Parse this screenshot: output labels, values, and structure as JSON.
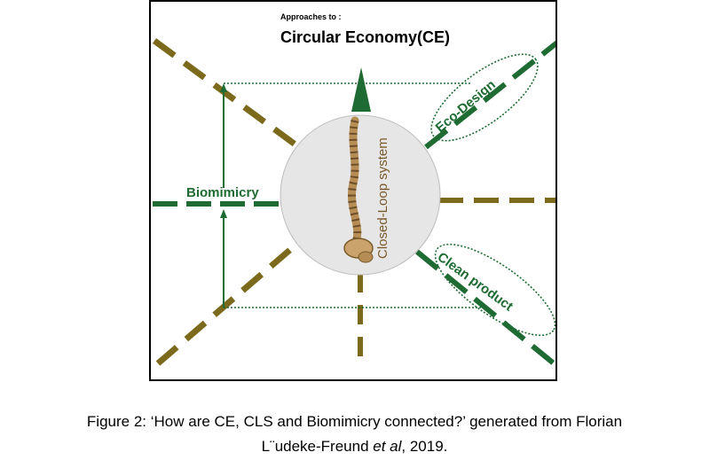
{
  "diagram": {
    "title_small": "Approaches to :",
    "title_main": "Circular Economy(CE)",
    "labels": {
      "biomimicry": "Biomimicry",
      "eco_design": "Eco-Design",
      "clean_product": "Clean product",
      "closed_loop": "Closed-Loop system"
    },
    "colors": {
      "green": "#1e6b33",
      "olive": "#7c6a1c",
      "frame": "#000000"
    }
  },
  "caption": {
    "line1": "Figure 2: ‘How are CE, CLS and Biomimicry connected?’ generated from Florian",
    "line2_a": "L¨udeke-Freund ",
    "line2_italic": "et al",
    "line2_b": ", 2019."
  }
}
